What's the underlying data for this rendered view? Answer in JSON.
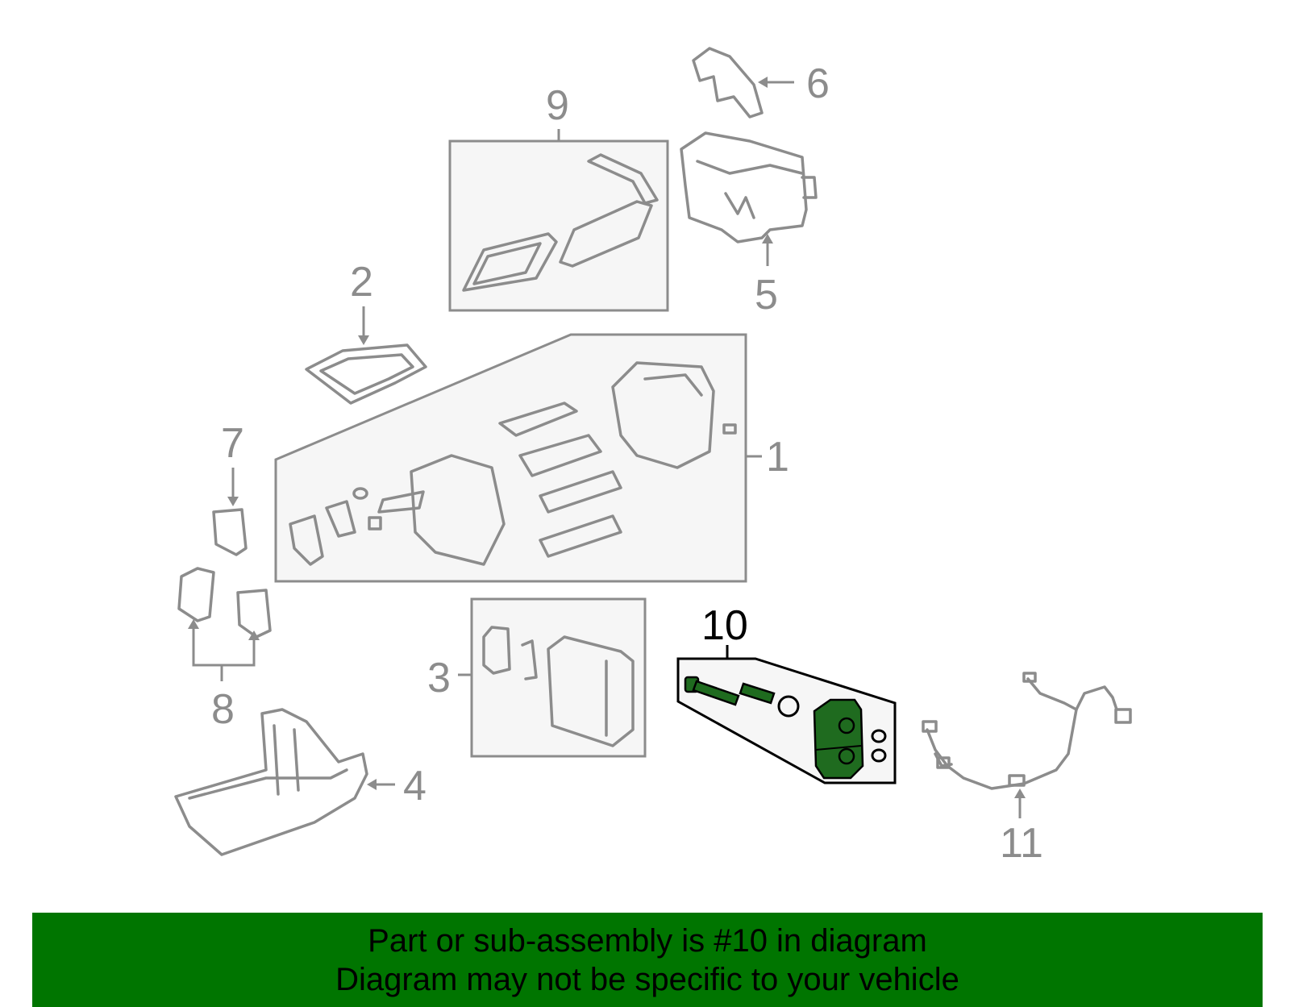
{
  "banner": {
    "line1": "Part or sub-assembly is #10 in diagram",
    "line2": "Diagram may not be specific to your vehicle",
    "background": "#007500"
  },
  "colors": {
    "highlight": "#1f6b1f",
    "part_lines": "#8c8c8c",
    "active_callout": "#000000"
  },
  "callouts": {
    "c1": "1",
    "c2": "2",
    "c3": "3",
    "c4": "4",
    "c5": "5",
    "c6": "6",
    "c7": "7",
    "c8": "8",
    "c9": "9",
    "c10": "10",
    "c11": "11"
  },
  "highlighted_part": "10"
}
